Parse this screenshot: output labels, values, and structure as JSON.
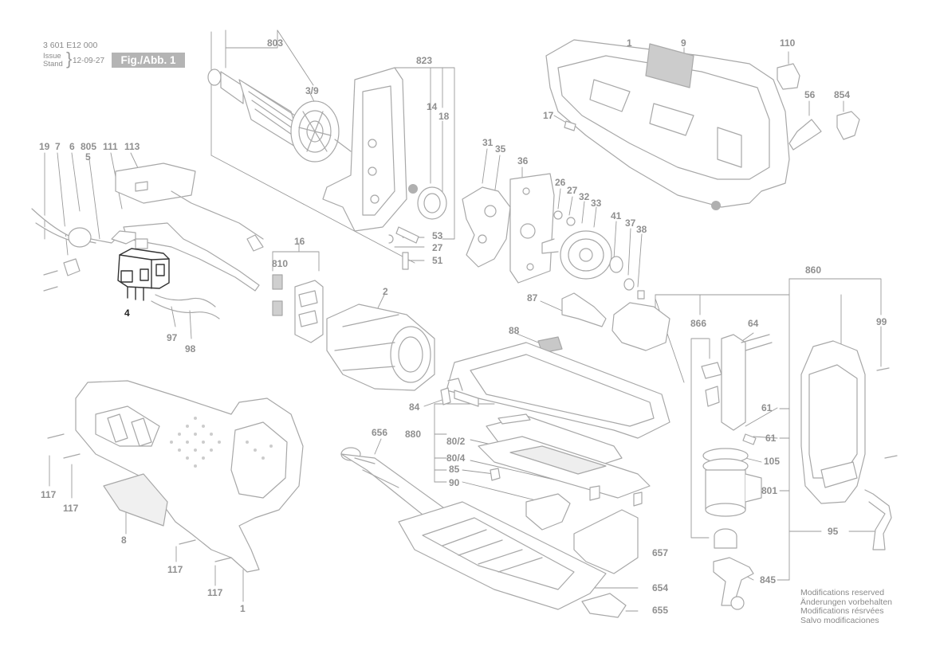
{
  "header": {
    "part_number": "3 601 E12 000",
    "issue_label_1": "Issue",
    "issue_label_2": "Stand",
    "issue_date": "12-09-27",
    "figure_label": "Fig./Abb. 1"
  },
  "footer": {
    "notes": [
      "Modifications reserved",
      "Änderungen vorbehalten",
      "Modifications résrvées",
      "Salvo modificaciones"
    ]
  },
  "callouts": {
    "c803": "803",
    "c3_9": "3/9",
    "c823": "823",
    "c14": "14",
    "c18": "18",
    "c53": "53",
    "c27a": "27",
    "c51": "51",
    "c1_top": "1",
    "c9": "9",
    "c110": "110",
    "c56": "56",
    "c854": "854",
    "c17": "17",
    "c19": "19",
    "c7": "7",
    "c6": "6",
    "c805": "805",
    "c5": "5",
    "c111": "111",
    "c113": "113",
    "c4": "4",
    "c97": "97",
    "c98": "98",
    "c16": "16",
    "c810": "810",
    "c2": "2",
    "c31": "31",
    "c35": "35",
    "c36": "36",
    "c26": "26",
    "c27b": "27",
    "c32": "32",
    "c33": "33",
    "c41": "41",
    "c37": "37",
    "c38": "38",
    "c87": "87",
    "c860": "860",
    "c866": "866",
    "c64": "64",
    "c99": "99",
    "c61a": "61",
    "c61b": "61",
    "c105": "105",
    "c801": "801",
    "c95": "95",
    "c845": "845",
    "c88": "88",
    "c84": "84",
    "c880": "880",
    "c80_2": "80/2",
    "c80_4": "80/4",
    "c85": "85",
    "c90": "90",
    "c656": "656",
    "c657": "657",
    "c654": "654",
    "c655": "655",
    "c117a": "117",
    "c117b": "117",
    "c117c": "117",
    "c117d": "117",
    "c8": "8",
    "c1_bottom": "1"
  },
  "colors": {
    "line": "#9a9a9a",
    "part_stroke": "#a8a8a8",
    "highlight": "#222222",
    "fig_box_bg": "#b4b4b4"
  }
}
